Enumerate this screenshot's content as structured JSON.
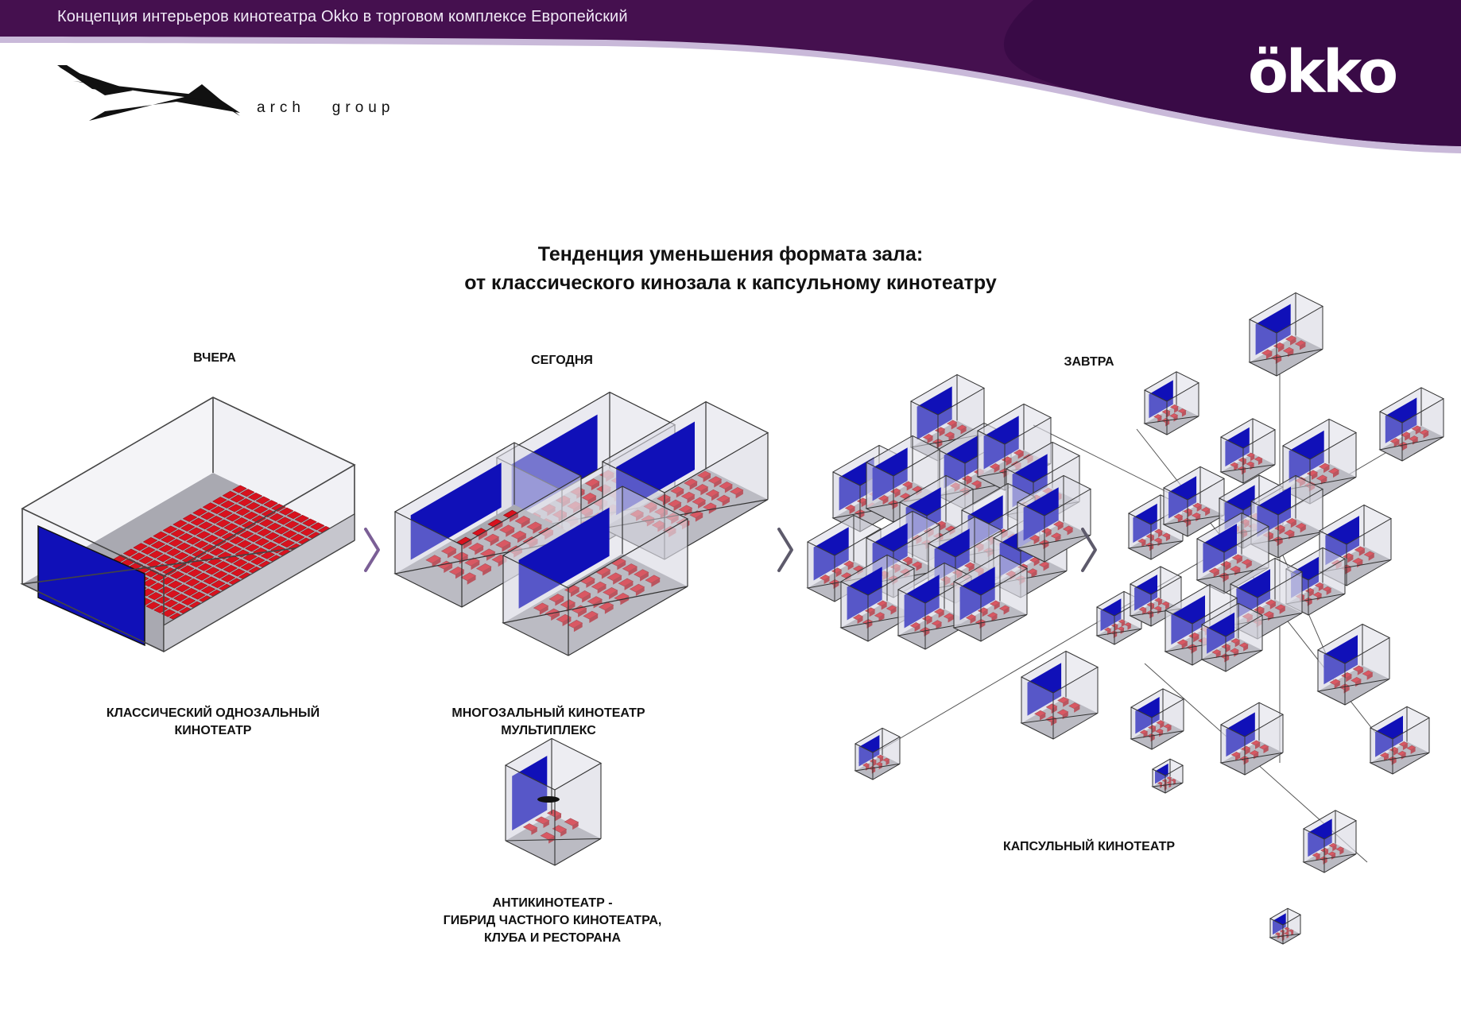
{
  "header": {
    "title": "Концепция интерьеров кинотеатра Okko в торговом комплексе Европейский",
    "brand_logo": "ökko",
    "colors": {
      "banner_dark": "#3a0a48",
      "banner_mid": "#520c5e",
      "banner_edge": "#c9b9d9"
    }
  },
  "partner": {
    "logo_icon": "arch-group-logo-icon",
    "name": "arch   group"
  },
  "main": {
    "title_line1": "Тенденция уменьшения формата зала:",
    "title_line2": "от классического кинозала к капсульному кинотеатру"
  },
  "stages": {
    "yesterday": {
      "heading": "ВЧЕРА",
      "caption_line1": "КЛАССИЧЕСКИЙ ОДНОЗАЛЬНЫЙ",
      "caption_line2": "КИНОТЕАТР"
    },
    "today": {
      "heading": "СЕГОДНЯ",
      "caption_line1": "МНОГОЗАЛЬНЫЙ КИНОТЕАТР",
      "caption_line2": "МУЛЬТИПЛЕКС"
    },
    "anticinema": {
      "caption_line1": "АНТИКИНОТЕАТР -",
      "caption_line2": "ГИБРИД ЧАСТНОГО КИНОТЕАТРА,",
      "caption_line3": "КЛУБА И РЕСТОРАНА"
    },
    "tomorrow": {
      "heading": "ЗАВТРА",
      "caption": "КАПСУЛЬНЫЙ КИНОТЕАТР"
    }
  },
  "diagram_colors": {
    "screen": "#1010b8",
    "seat": "#d8121e",
    "floor": "#a9a9b1",
    "glass": "#dcdce6",
    "arrow": "#7b5f96"
  }
}
